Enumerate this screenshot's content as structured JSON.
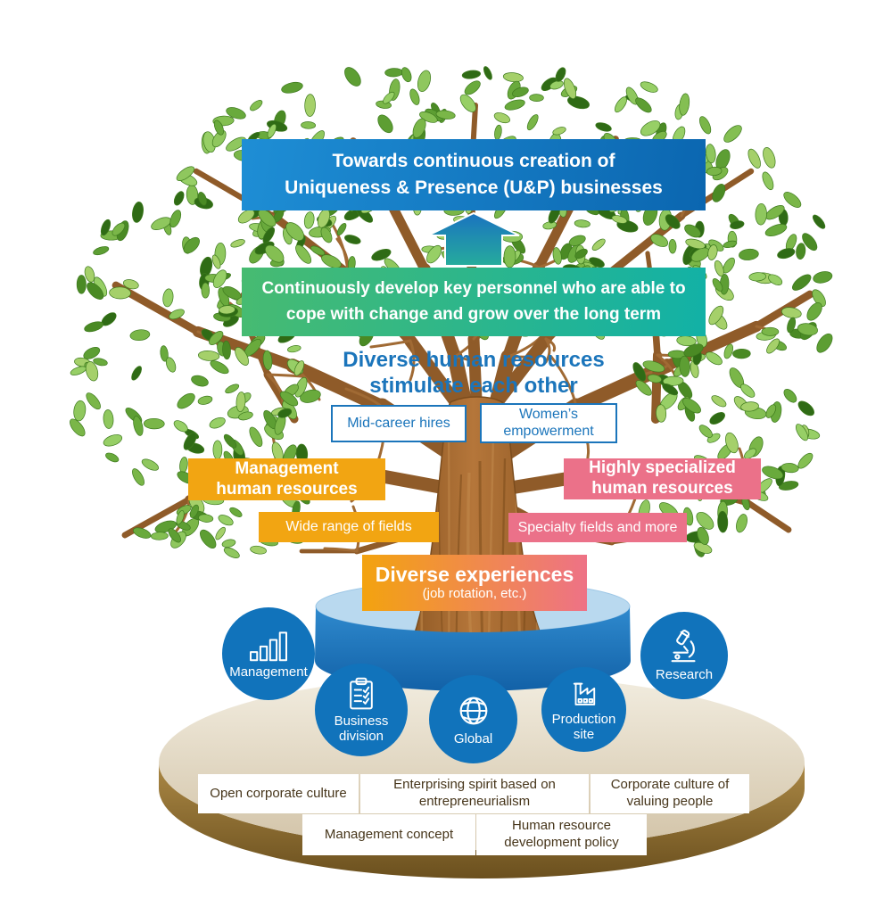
{
  "title_box": {
    "text": "Towards continuous creation of\nUniqueness & Presence (U&P) businesses"
  },
  "develop_box": {
    "text": "Continuously develop key personnel who are able to\ncope with change and grow over the long term"
  },
  "diverse_heading": {
    "text": "Diverse human resources\nstimulate each other"
  },
  "diversity_tags": [
    {
      "label": "Mid-career hires"
    },
    {
      "label": "Women’s\nempowerment"
    }
  ],
  "management_hr": {
    "title": "Management\nhuman resources",
    "tag": "Wide range of fields"
  },
  "specialized_hr": {
    "title": "Highly specialized\nhuman resources",
    "tag": "Specialty fields and more"
  },
  "experiences_box": {
    "title": "Diverse experiences",
    "subtitle": "(job rotation, etc.)"
  },
  "pillars": [
    {
      "label": "Management",
      "icon": "bar-chart-icon"
    },
    {
      "label": "Business\ndivision",
      "icon": "clipboard-checklist-icon"
    },
    {
      "label": "Global",
      "icon": "globe-icon"
    },
    {
      "label": "Production\nsite",
      "icon": "factory-icon"
    },
    {
      "label": "Research",
      "icon": "microscope-icon"
    }
  ],
  "foundation": {
    "row1": [
      {
        "label": "Open corporate culture"
      },
      {
        "label": "Enterprising spirit based on\nentrepreneurialism"
      },
      {
        "label": "Corporate culture of\nvaluing people"
      }
    ],
    "row2": [
      {
        "label": "Management concept"
      },
      {
        "label": "Human resource\ndevelopment policy"
      }
    ]
  },
  "colors": {
    "goal_start": "#1e8ed5",
    "goal_end": "#0b66b0",
    "develop_start": "#47bb71",
    "develop_end": "#12b1a6",
    "arrow_top": "#1a73c0",
    "arrow_bottom": "#26ac9c",
    "headline_blue": "#1b75bb",
    "orange": "#f2a512",
    "pink": "#eb7189",
    "exp_start": "#f3a30f",
    "exp_end": "#ee7286",
    "pillar_blue": "#1173bb",
    "ring_blue": "#1e77c2",
    "ring_light": "#b9d9ef",
    "foundation_text": "#46351a"
  }
}
